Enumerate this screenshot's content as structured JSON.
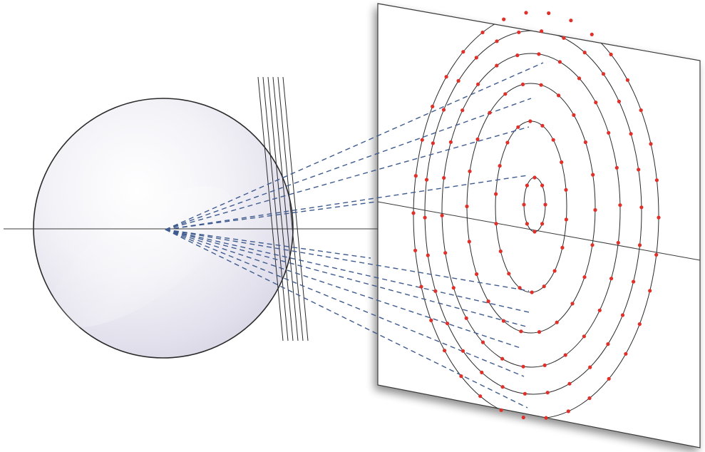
{
  "diagram": {
    "colors": {
      "background": "#ffffff",
      "outline": "#2a2a2a",
      "axis_line": "#3a3a3a",
      "ray": "#3f5b8f",
      "dot": "#e0302a",
      "screen_fill": "#ffffff",
      "eye_fill_light": "#f8f7fb",
      "eye_fill_shade": "#dcd9e8"
    },
    "elements": {
      "eye_sphere": "eye-sphere",
      "lens_plate": "lens-stack",
      "projection_screen": "projection-screen",
      "rings": 5,
      "inner_ring": true
    }
  }
}
